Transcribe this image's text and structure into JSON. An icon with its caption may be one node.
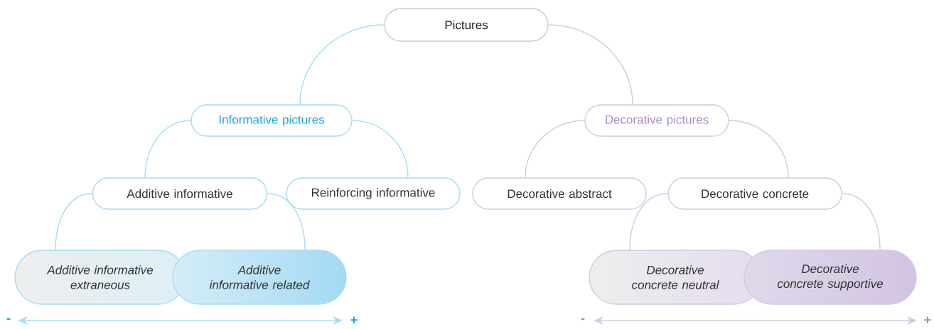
{
  "diagram": {
    "nodes": [
      {
        "text": [
          "Pictures"
        ]
      },
      {
        "text": [
          "Informative pictures"
        ]
      },
      {
        "text": [
          "Decorative pictures"
        ]
      },
      {
        "text": [
          "Additive informative"
        ]
      },
      {
        "text": [
          "Reinforcing informative"
        ]
      },
      {
        "text": [
          "Decorative abstract"
        ]
      },
      {
        "text": [
          "Decorative concrete"
        ]
      },
      {
        "text": [
          "Additive informative extraneous"
        ]
      },
      {
        "text": [
          "Additive informative related"
        ]
      },
      {
        "text": [
          "Decorative concrete neutral"
        ]
      },
      {
        "text": [
          "Decorative concrete supportive"
        ]
      }
    ],
    "edges": [
      {
        "from": 0,
        "to": 1,
        "arrow": "none",
        "color": "#a6dcf3"
      },
      {
        "from": 0,
        "to": 2,
        "arrow": "none",
        "color": "#d4c8e4"
      },
      {
        "from": 1,
        "to": 3,
        "arrow": "none",
        "color": "#a6dcf3"
      },
      {
        "from": 1,
        "to": 4,
        "arrow": "none",
        "color": "#a6dcf3"
      },
      {
        "from": 2,
        "to": 5,
        "arrow": "none",
        "color": "#d4c8e4"
      },
      {
        "from": 2,
        "to": 6,
        "arrow": "none",
        "color": "#d4c8e4"
      },
      {
        "from": 3,
        "to": 7,
        "arrow": "none",
        "color": "#a6dcf3"
      },
      {
        "from": 3,
        "to": 8,
        "arrow": "none",
        "color": "#a6dcf3"
      },
      {
        "from": 6,
        "to": 9,
        "arrow": "none",
        "color": "#d4c8e4"
      },
      {
        "from": 6,
        "to": 10,
        "arrow": "none",
        "color": "#d4c8e4"
      }
    ],
    "labels": [
      "-",
      "+",
      "-",
      "+"
    ]
  }
}
